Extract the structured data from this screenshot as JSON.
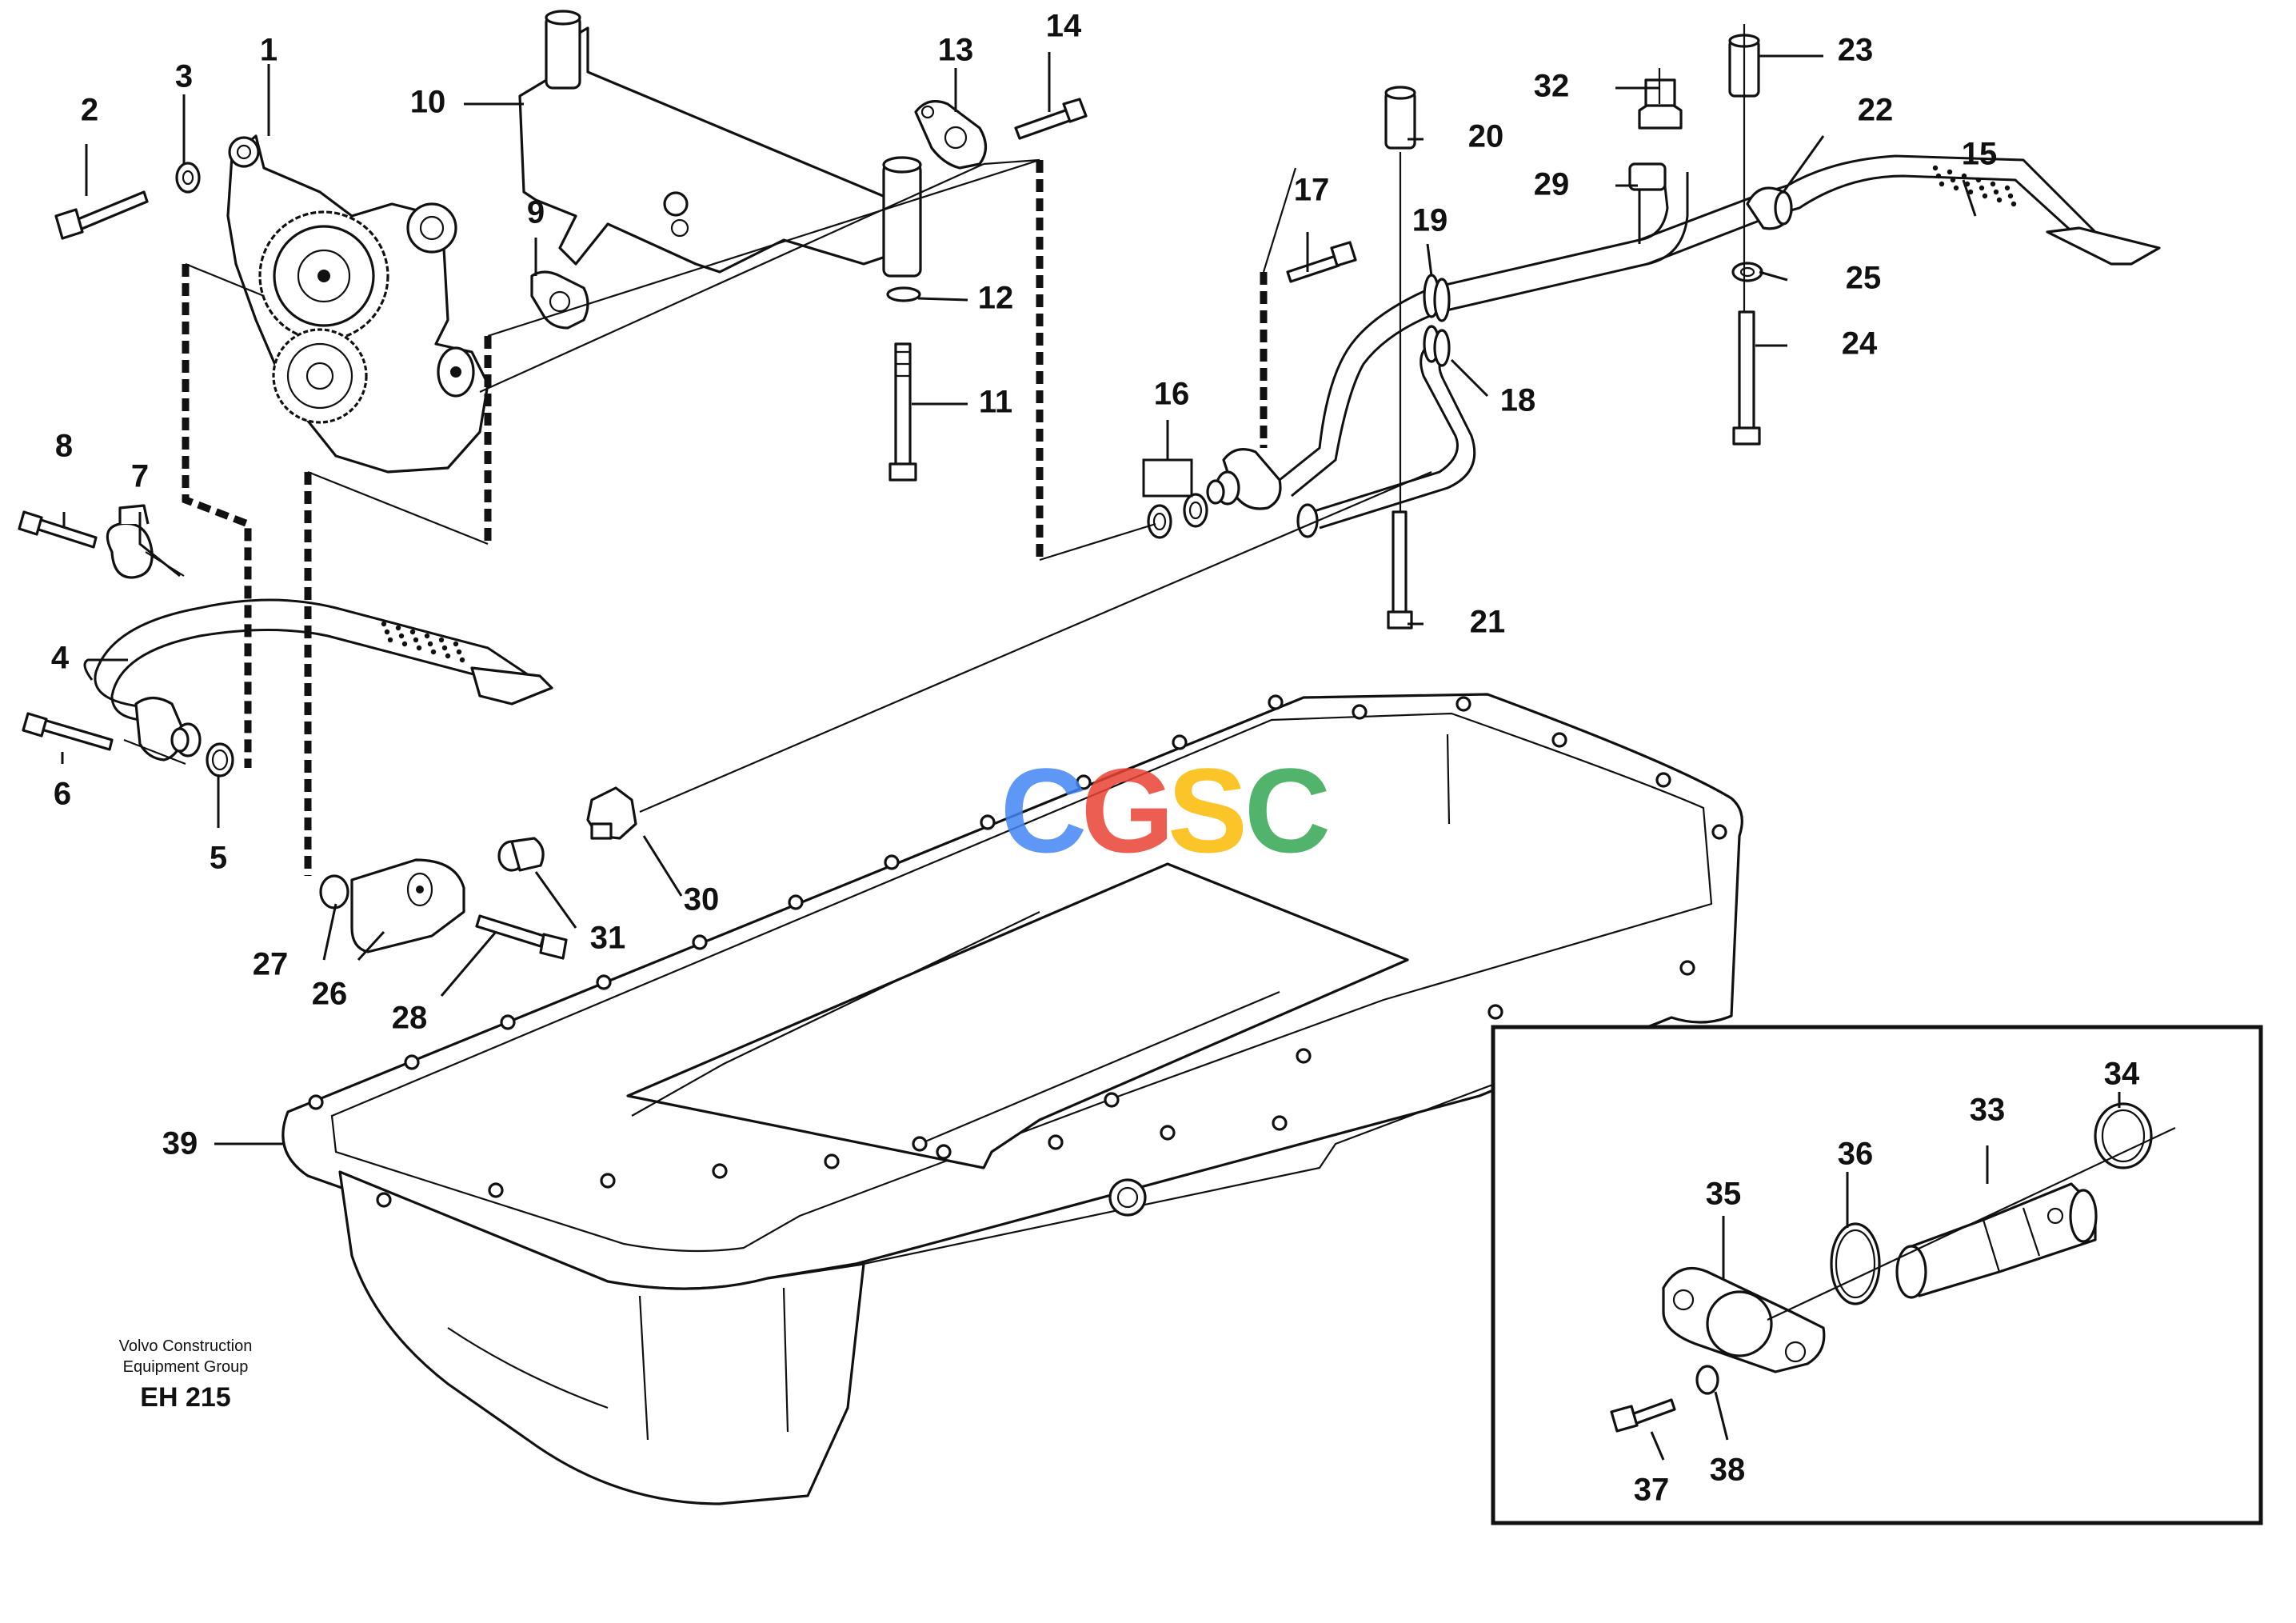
{
  "callouts": [
    "1",
    "2",
    "3",
    "4",
    "5",
    "6",
    "7",
    "8",
    "9",
    "10",
    "11",
    "12",
    "13",
    "14",
    "15",
    "16",
    "17",
    "18",
    "19",
    "20",
    "21",
    "22",
    "23",
    "24",
    "25",
    "26",
    "27",
    "28",
    "29",
    "30",
    "31",
    "32",
    "33",
    "34",
    "35",
    "36",
    "37",
    "38",
    "39"
  ],
  "watermark": {
    "letters": [
      "C",
      "G",
      "S",
      "C"
    ],
    "colors": [
      "#4285F4",
      "#EA4335",
      "#FBBC05",
      "#34A853"
    ]
  },
  "footer": {
    "line1": "Volvo Construction",
    "line2": "Equipment Group",
    "code": "EH 215"
  }
}
